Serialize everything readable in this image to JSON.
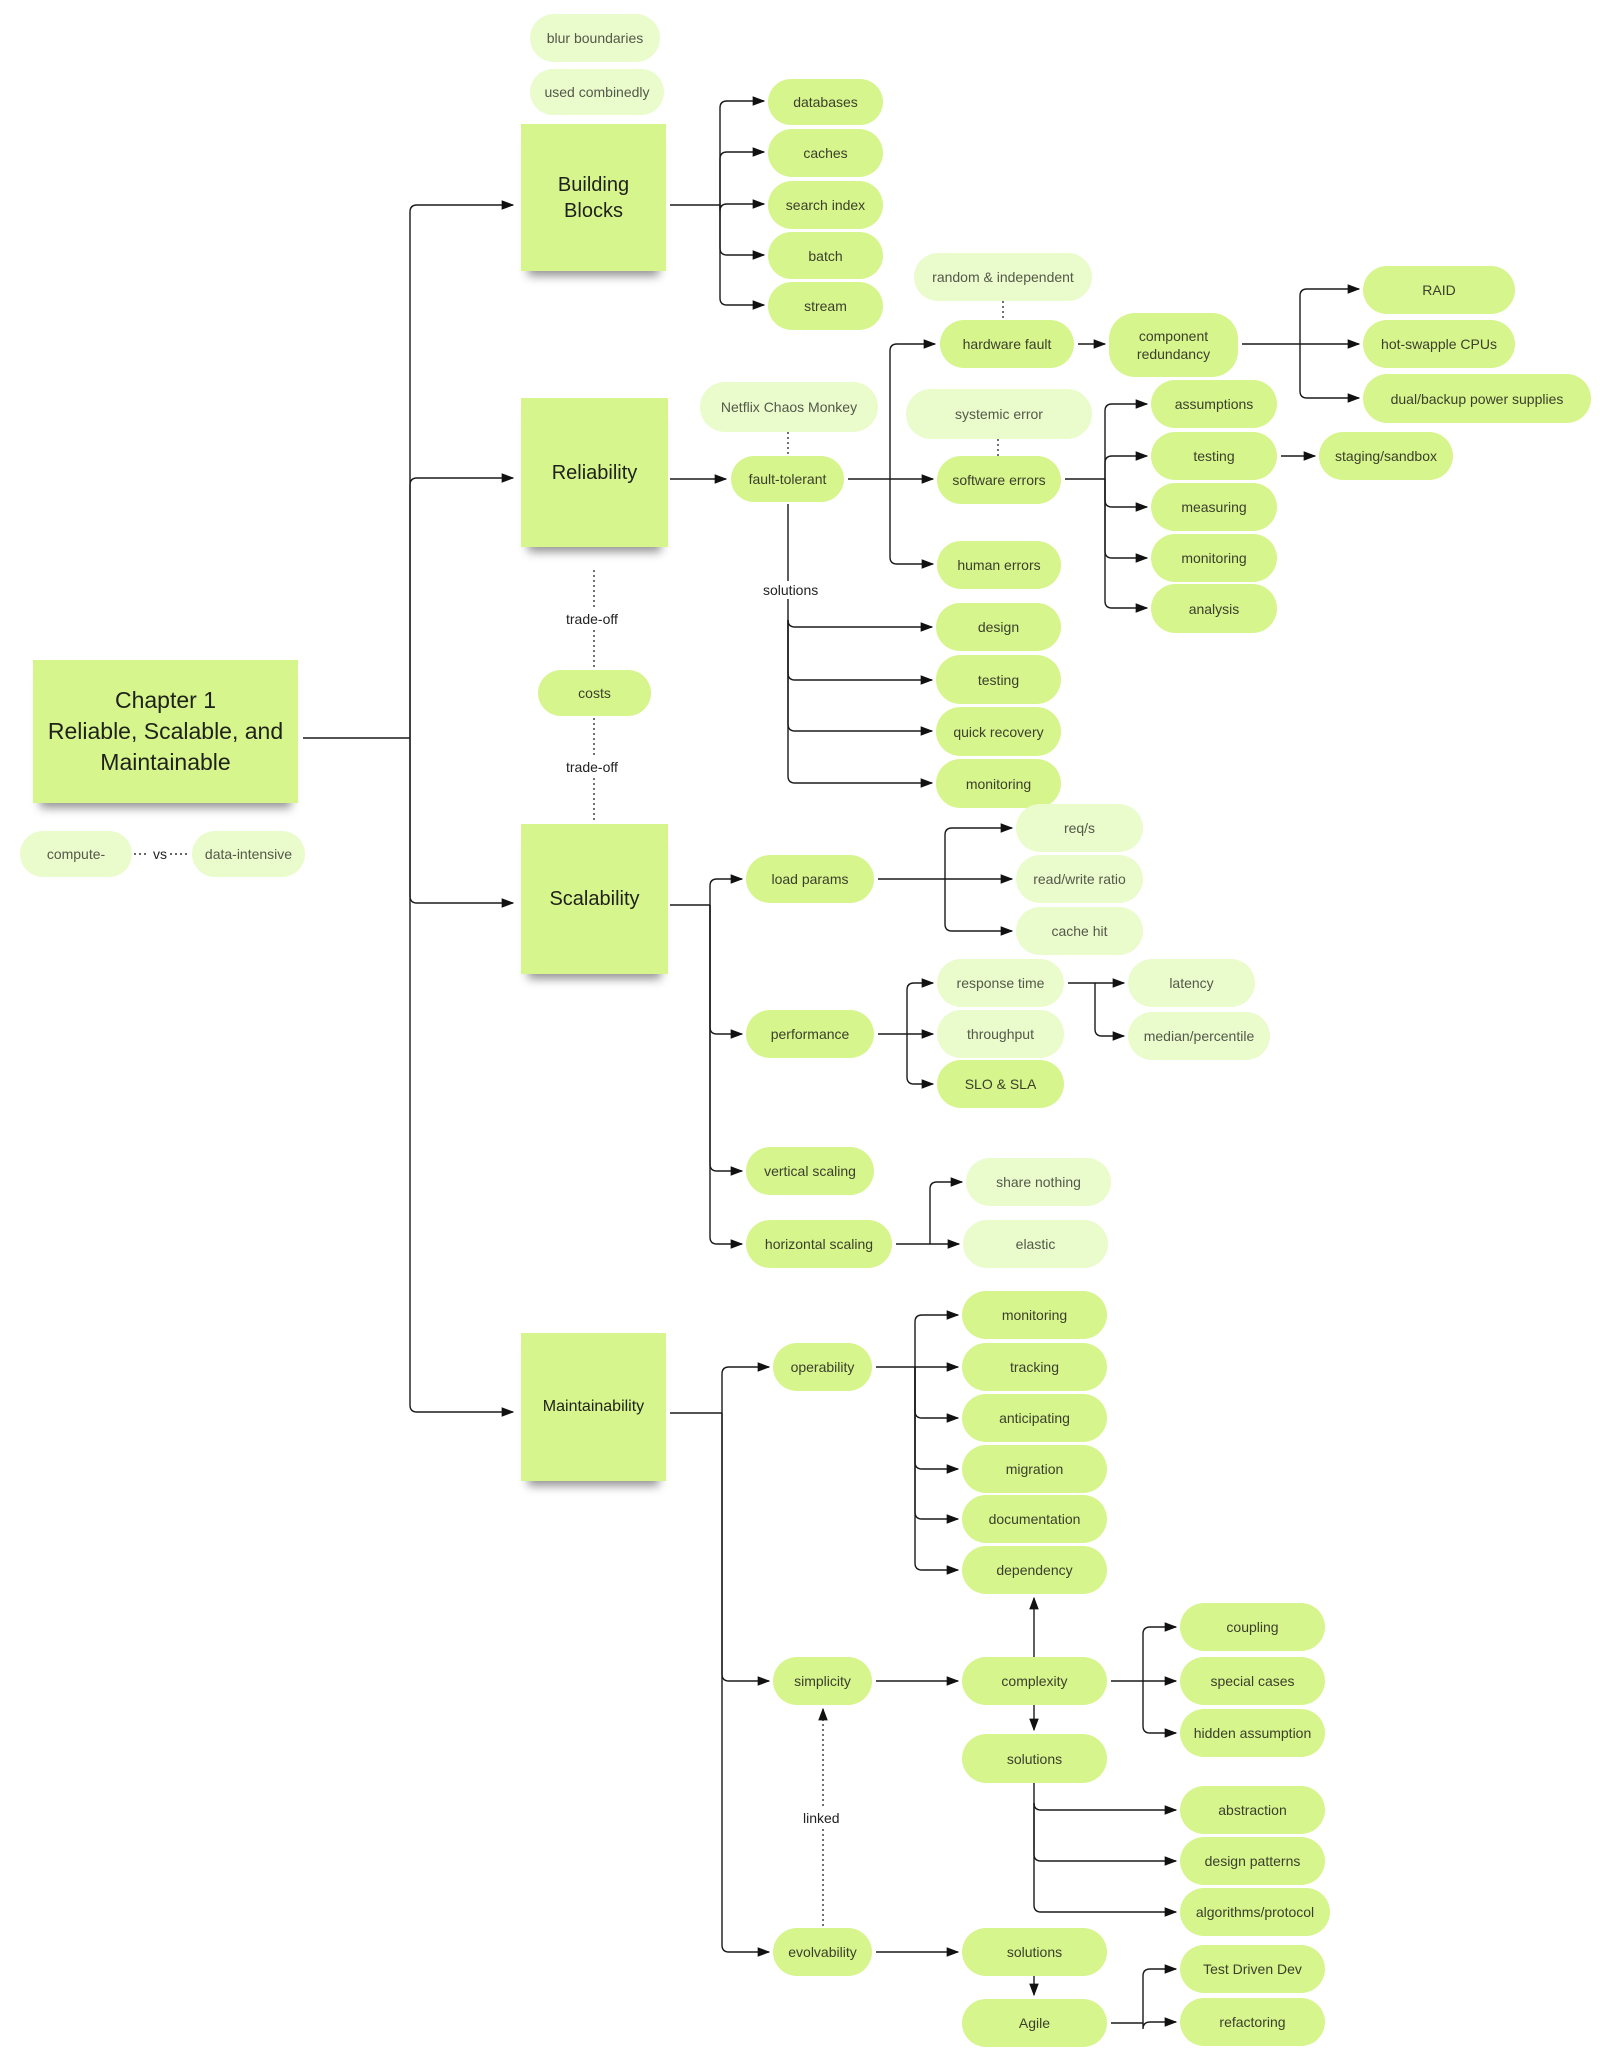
{
  "root": {
    "title_line1": "Chapter 1",
    "title_line2": "Reliable, Scalable, and",
    "title_line3": "Maintainable"
  },
  "root_compare": {
    "left": "compute-",
    "vs": "vs",
    "right": "data-intensive"
  },
  "building_blocks": {
    "title": "Building Blocks",
    "notes": [
      "blur boundaries",
      "used combinedly"
    ],
    "items": [
      "databases",
      "caches",
      "search index",
      "batch",
      "stream"
    ]
  },
  "reliability": {
    "title": "Reliability",
    "fault_tolerant": "fault-tolerant",
    "chaos_note": "Netflix Chaos Monkey",
    "hardware_fault": "hardware fault",
    "hardware_note": "random & independent",
    "component_redundancy": "component redundancy",
    "redundancy_items": [
      "RAID",
      "hot-swapple CPUs",
      "dual/backup power supplies"
    ],
    "software_errors": "software errors",
    "software_note": "systemic error",
    "software_items": [
      "assumptions",
      "testing",
      "measuring",
      "monitoring",
      "analysis"
    ],
    "staging": "staging/sandbox",
    "human_errors": "human errors",
    "solutions_label": "solutions",
    "solutions": [
      "design",
      "testing",
      "quick recovery",
      "monitoring"
    ]
  },
  "tradeoff": {
    "label_top": "trade-off",
    "costs": "costs",
    "label_bottom": "trade-off"
  },
  "scalability": {
    "title": "Scalability",
    "load_params": "load params",
    "load_items": [
      "req/s",
      "read/write ratio",
      "cache hit"
    ],
    "performance": "performance",
    "response_time": "response time",
    "throughput": "throughput",
    "slo_sla": "SLO & SLA",
    "response_items": [
      "latency",
      "median/percentile"
    ],
    "vertical_scaling": "vertical scaling",
    "horizontal_scaling": "horizontal scaling",
    "horizontal_items": [
      "share nothing",
      "elastic"
    ]
  },
  "maintainability": {
    "title": "Maintainability",
    "operability": "operability",
    "operability_items": [
      "monitoring",
      "tracking",
      "anticipating",
      "migration",
      "documentation",
      "dependency"
    ],
    "simplicity": "simplicity",
    "complexity": "complexity",
    "complexity_items": [
      "coupling",
      "special cases",
      "hidden assumption"
    ],
    "solutions": "solutions",
    "solution_items": [
      "abstraction",
      "design patterns",
      "algorithms/protocol"
    ],
    "linked_label": "linked",
    "evolvability": "evolvability",
    "evo_solutions": "solutions",
    "agile": "Agile",
    "agile_items": [
      "Test Driven Dev",
      "refactoring"
    ]
  }
}
